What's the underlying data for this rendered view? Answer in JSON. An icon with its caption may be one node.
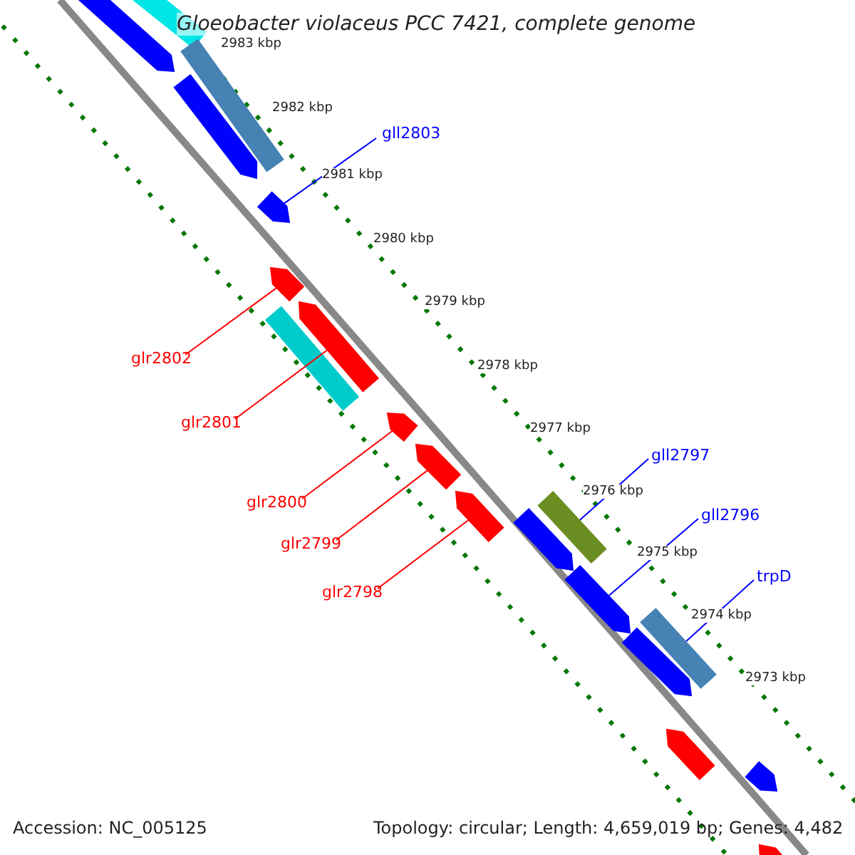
{
  "diagram": {
    "title": "Gloeobacter violaceus PCC 7421, complete genome",
    "nodes": [
      {
        "text": [
          "gll2803"
        ]
      },
      {
        "text": [],
        "shape": "bar"
      },
      {
        "text": [
          "glr2802"
        ]
      },
      {
        "text": [],
        "shape": "bar"
      },
      {
        "text": [
          "glr2801"
        ]
      },
      {
        "text": [],
        "shape": "bar"
      },
      {
        "text": [
          "glr2800"
        ]
      },
      {
        "text": [],
        "shape": "bar"
      },
      {
        "text": [
          "glr2799"
        ]
      },
      {
        "text": [],
        "shape": "bar"
      },
      {
        "text": [
          "glr2798"
        ]
      },
      {
        "text": [],
        "shape": "bar"
      },
      {
        "text": [
          "gll2797"
        ]
      },
      {
        "text": [],
        "shape": "box"
      },
      {
        "text": [
          "gll2796"
        ]
      },
      {
        "text": [],
        "shape": "bar"
      },
      {
        "text": [
          "trpD"
        ]
      },
      {
        "text": [],
        "shape": "box"
      },
      {
        "text": [],
        "shape": "bar"
      },
      {
        "text": [],
        "shape": "box"
      },
      {
        "text": [],
        "shape": "box"
      },
      {
        "text": [],
        "shape": "bar"
      },
      {
        "text": [],
        "shape": "box"
      },
      {
        "text": [],
        "shape": "bar"
      },
      {
        "text": [],
        "shape": "bar"
      },
      {
        "text": [],
        "shape": "bar"
      },
      {
        "text": [],
        "shape": "bar"
      },
      {
        "text": [],
        "shape": "bar"
      }
    ],
    "edges": [
      {
        "from": 0,
        "to": 1,
        "arrow": "none",
        "color": "#0000ff"
      },
      {
        "from": 2,
        "to": 3,
        "arrow": "none",
        "color": "#ff0000"
      },
      {
        "from": 4,
        "to": 5,
        "arrow": "none",
        "color": "#ff0000"
      },
      {
        "from": 6,
        "to": 7,
        "arrow": "none",
        "color": "#ff0000"
      },
      {
        "from": 8,
        "to": 9,
        "arrow": "none",
        "color": "#ff0000"
      },
      {
        "from": 10,
        "to": 11,
        "arrow": "none",
        "color": "#ff0000"
      },
      {
        "from": 12,
        "to": 13,
        "arrow": "none",
        "color": "#0000ff"
      },
      {
        "from": 14,
        "to": 15,
        "arrow": "none",
        "color": "#0000ff"
      },
      {
        "from": 16,
        "to": 17,
        "arrow": "none",
        "color": "#0000ff"
      }
    ],
    "labels": [
      "2983 kbp",
      "2982 kbp",
      "2981 kbp",
      "2980 kbp",
      "2979 kbp",
      "2978 kbp",
      "2977 kbp",
      "2976 kbp",
      "2975 kbp",
      "2974 kbp",
      "2973 kbp",
      "Accession: NC_005125",
      "Topology: circular; Length: 4,659,019 bp; Genes: 4,482"
    ]
  }
}
